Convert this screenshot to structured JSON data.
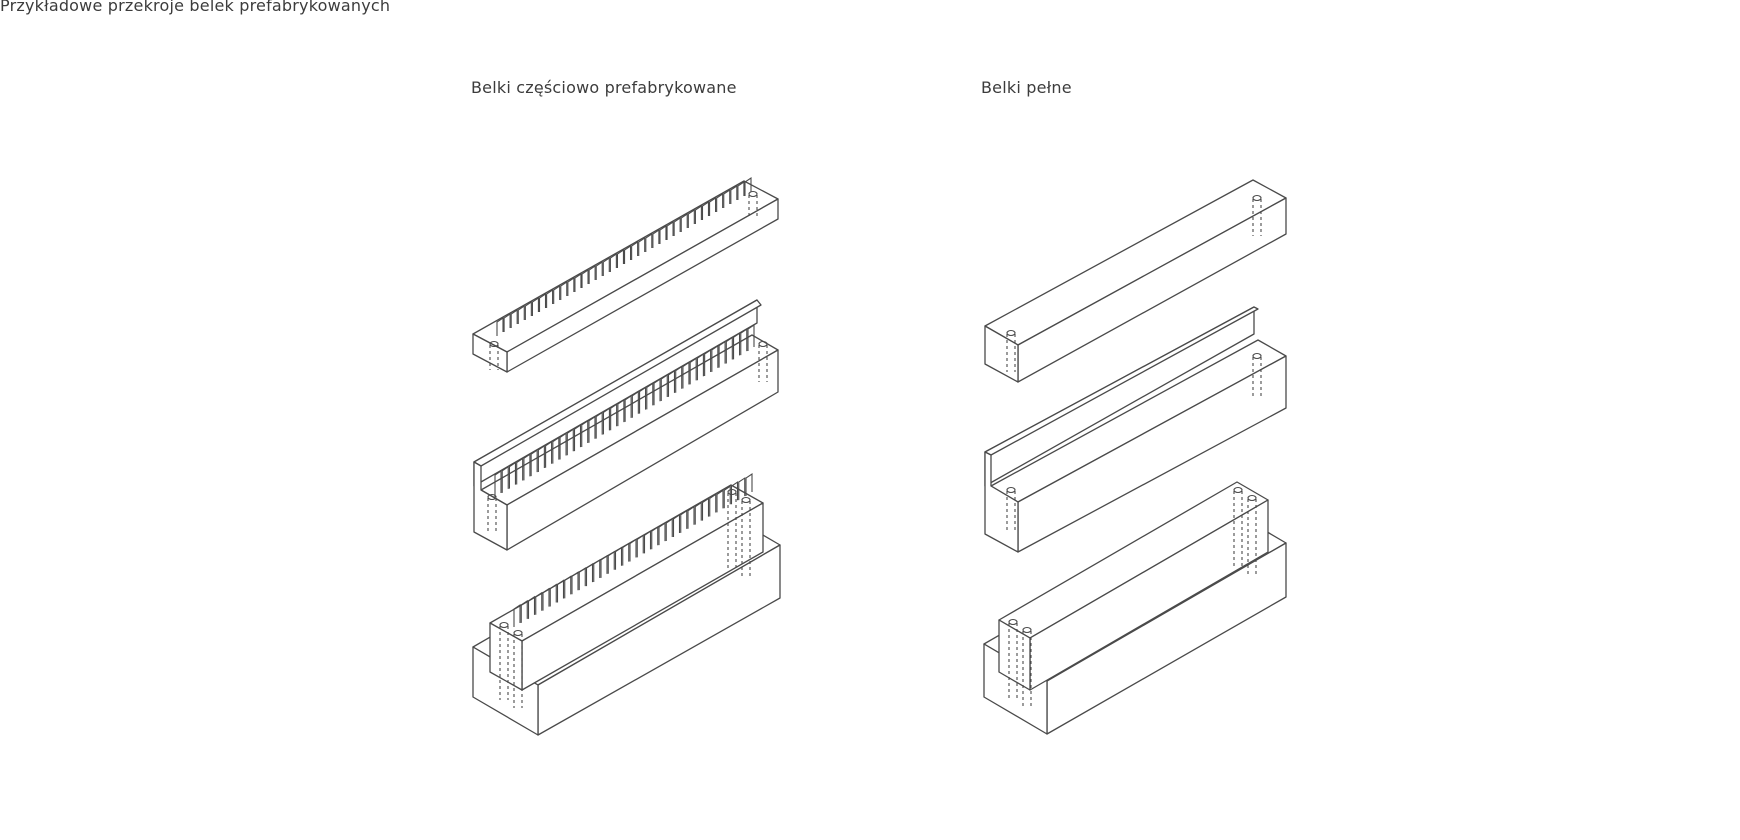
{
  "page_title": "Przykładowe przekroje belek prefabrykowanych",
  "columns": [
    {
      "title": "Belki częściowo prefabrykowane"
    },
    {
      "title": "Belki pełne"
    }
  ],
  "line_color": "#4a4a4a",
  "beams": [
    {
      "name": "partial-rectangular-beam",
      "stirrups": true,
      "dowels": 2
    },
    {
      "name": "partial-l-beam",
      "stirrups": true,
      "dowels": 2
    },
    {
      "name": "partial-inverted-t-beam",
      "stirrups": true,
      "dowels": 4
    },
    {
      "name": "solid-rectangular-beam",
      "stirrups": false,
      "dowels": 2
    },
    {
      "name": "solid-l-beam",
      "stirrups": false,
      "dowels": 2
    },
    {
      "name": "solid-inverted-t-beam",
      "stirrups": false,
      "dowels": 4
    }
  ]
}
